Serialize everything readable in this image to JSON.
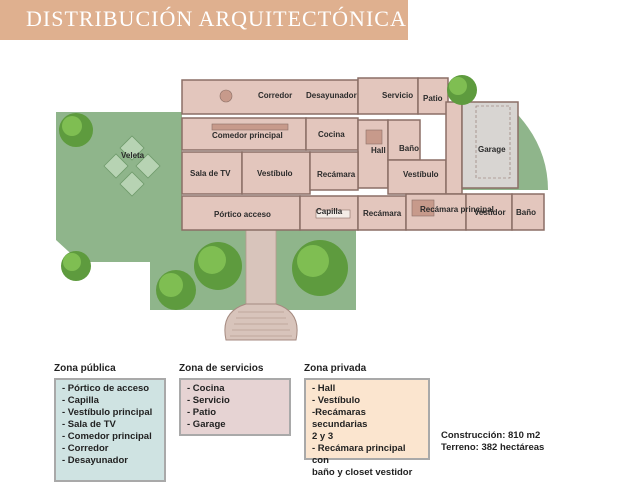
{
  "title": "DISTRIBUCIÓN ARQUITECTÓNICA",
  "rooms": {
    "corredor": "Corredor",
    "desayunador": "Desayunador",
    "servicio": "Servicio",
    "patio": "Patio",
    "comedor": "Comedor principal",
    "cocina": "Cocina",
    "hall": "Hall",
    "bano1": "Baño",
    "garage": "Garage",
    "veleta": "Veleta",
    "sala_tv": "Sala de TV",
    "vestibulo1": "Vestíbulo",
    "recamara1": "Recámara",
    "vestibulo2": "Vestíbulo",
    "portico": "Pórtico acceso",
    "capilla": "Capilla",
    "recamara2": "Recámara",
    "recamara_principal": "Recámara principal",
    "vestidor": "Vestidor",
    "bano2": "Baño"
  },
  "colors": {
    "title_bar": "#dfb08f",
    "zona_publica": "#cfe3e2",
    "zona_servicios": "#e6d3d3",
    "zona_privada": "#fbe5cf",
    "lawn": "#8fb58b",
    "floor": "#e3c6bd"
  },
  "legend": {
    "publica": {
      "title": "Zona pública",
      "items": [
        "- Pórtico de acceso",
        "- Capilla",
        "- Vestíbulo principal",
        "- Sala de TV",
        "- Comedor principal",
        "- Corredor",
        "- Desayunador"
      ]
    },
    "servicios": {
      "title": "Zona de servicios",
      "items": [
        "- Cocina",
        "- Servicio",
        "- Patio",
        "- Garage"
      ]
    },
    "privada": {
      "title": "Zona privada",
      "items": [
        "- Hall",
        "- Vestíbulo",
        "-Recámaras secundarias",
        "2 y 3",
        "- Recámara principal con",
        "baño y closet vestidor"
      ]
    }
  },
  "stats": {
    "construccion": "Construcción: 810 m2",
    "terreno": "Terreno: 382 hectáreas"
  }
}
